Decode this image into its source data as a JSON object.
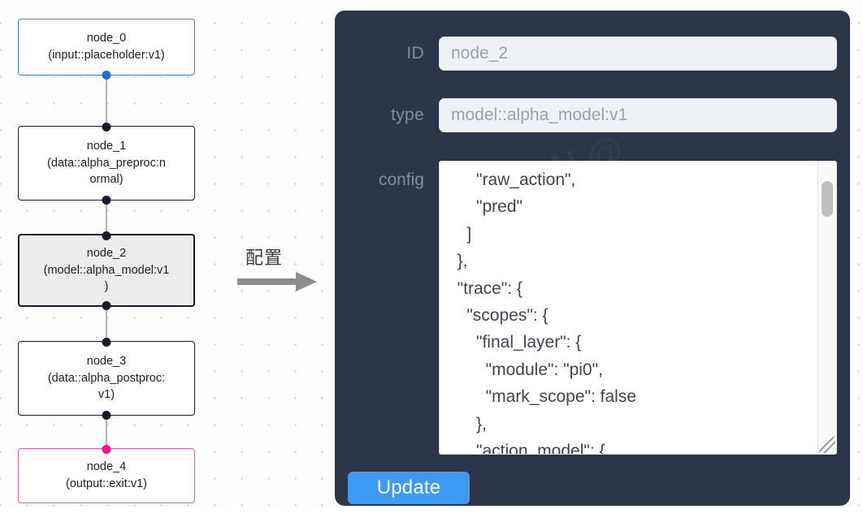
{
  "graph": {
    "nodes": [
      {
        "id": "node_0",
        "title": "node_0",
        "subtitle": "(input::placeholder:v1)",
        "kind": "input",
        "selected": false
      },
      {
        "id": "node_1",
        "title": "node_1",
        "subtitle": "(data::alpha_preproc:normal)",
        "kind": "default",
        "selected": false
      },
      {
        "id": "node_2",
        "title": "node_2",
        "subtitle": "(model::alpha_model:v1)",
        "kind": "default",
        "selected": true
      },
      {
        "id": "node_3",
        "title": "node_3",
        "subtitle": "(data::alpha_postproc:v1)",
        "kind": "default",
        "selected": false
      },
      {
        "id": "node_4",
        "title": "node_4",
        "subtitle": "(output::exit:v1)",
        "kind": "output",
        "selected": false
      }
    ],
    "node_text": {
      "n0": "node_0\n(input::placeholder:v1)",
      "n1": "node_1\n(data::alpha_preproc:n\normal)",
      "n2": "node_2\n(model::alpha_model:v1\n)",
      "n3": "node_3\n(data::alpha_postproc:\nv1)",
      "n4": "node_4\n(output::exit:v1)"
    },
    "colors": {
      "input_border": "#4a7fd4",
      "output_border": "#f05bad",
      "default_border": "#1a192b",
      "selected_fill": "#ececec",
      "edge": "#b1b1b7",
      "handle": "#1a192b",
      "handle_blue": "#2767cf",
      "handle_pink": "#ff0f86"
    }
  },
  "annotation": {
    "label": "配置",
    "arrow": "right-arrow"
  },
  "panel": {
    "background": "#2c3648",
    "fields": {
      "id_label": "ID",
      "id_value": "node_2",
      "type_label": "type",
      "type_value": "model::alpha_model:v1",
      "config_label": "config"
    },
    "config_value": "      \"raw_action\",\n      \"pred\"\n    ]\n  },\n  \"trace\": {\n    \"scopes\": {\n      \"final_layer\": {\n        \"module\": \"pi0\",\n        \"mark_scope\": false\n      },\n      \"action_model\": {",
    "update_label": "Update",
    "update_color": "#3d9bf5"
  }
}
